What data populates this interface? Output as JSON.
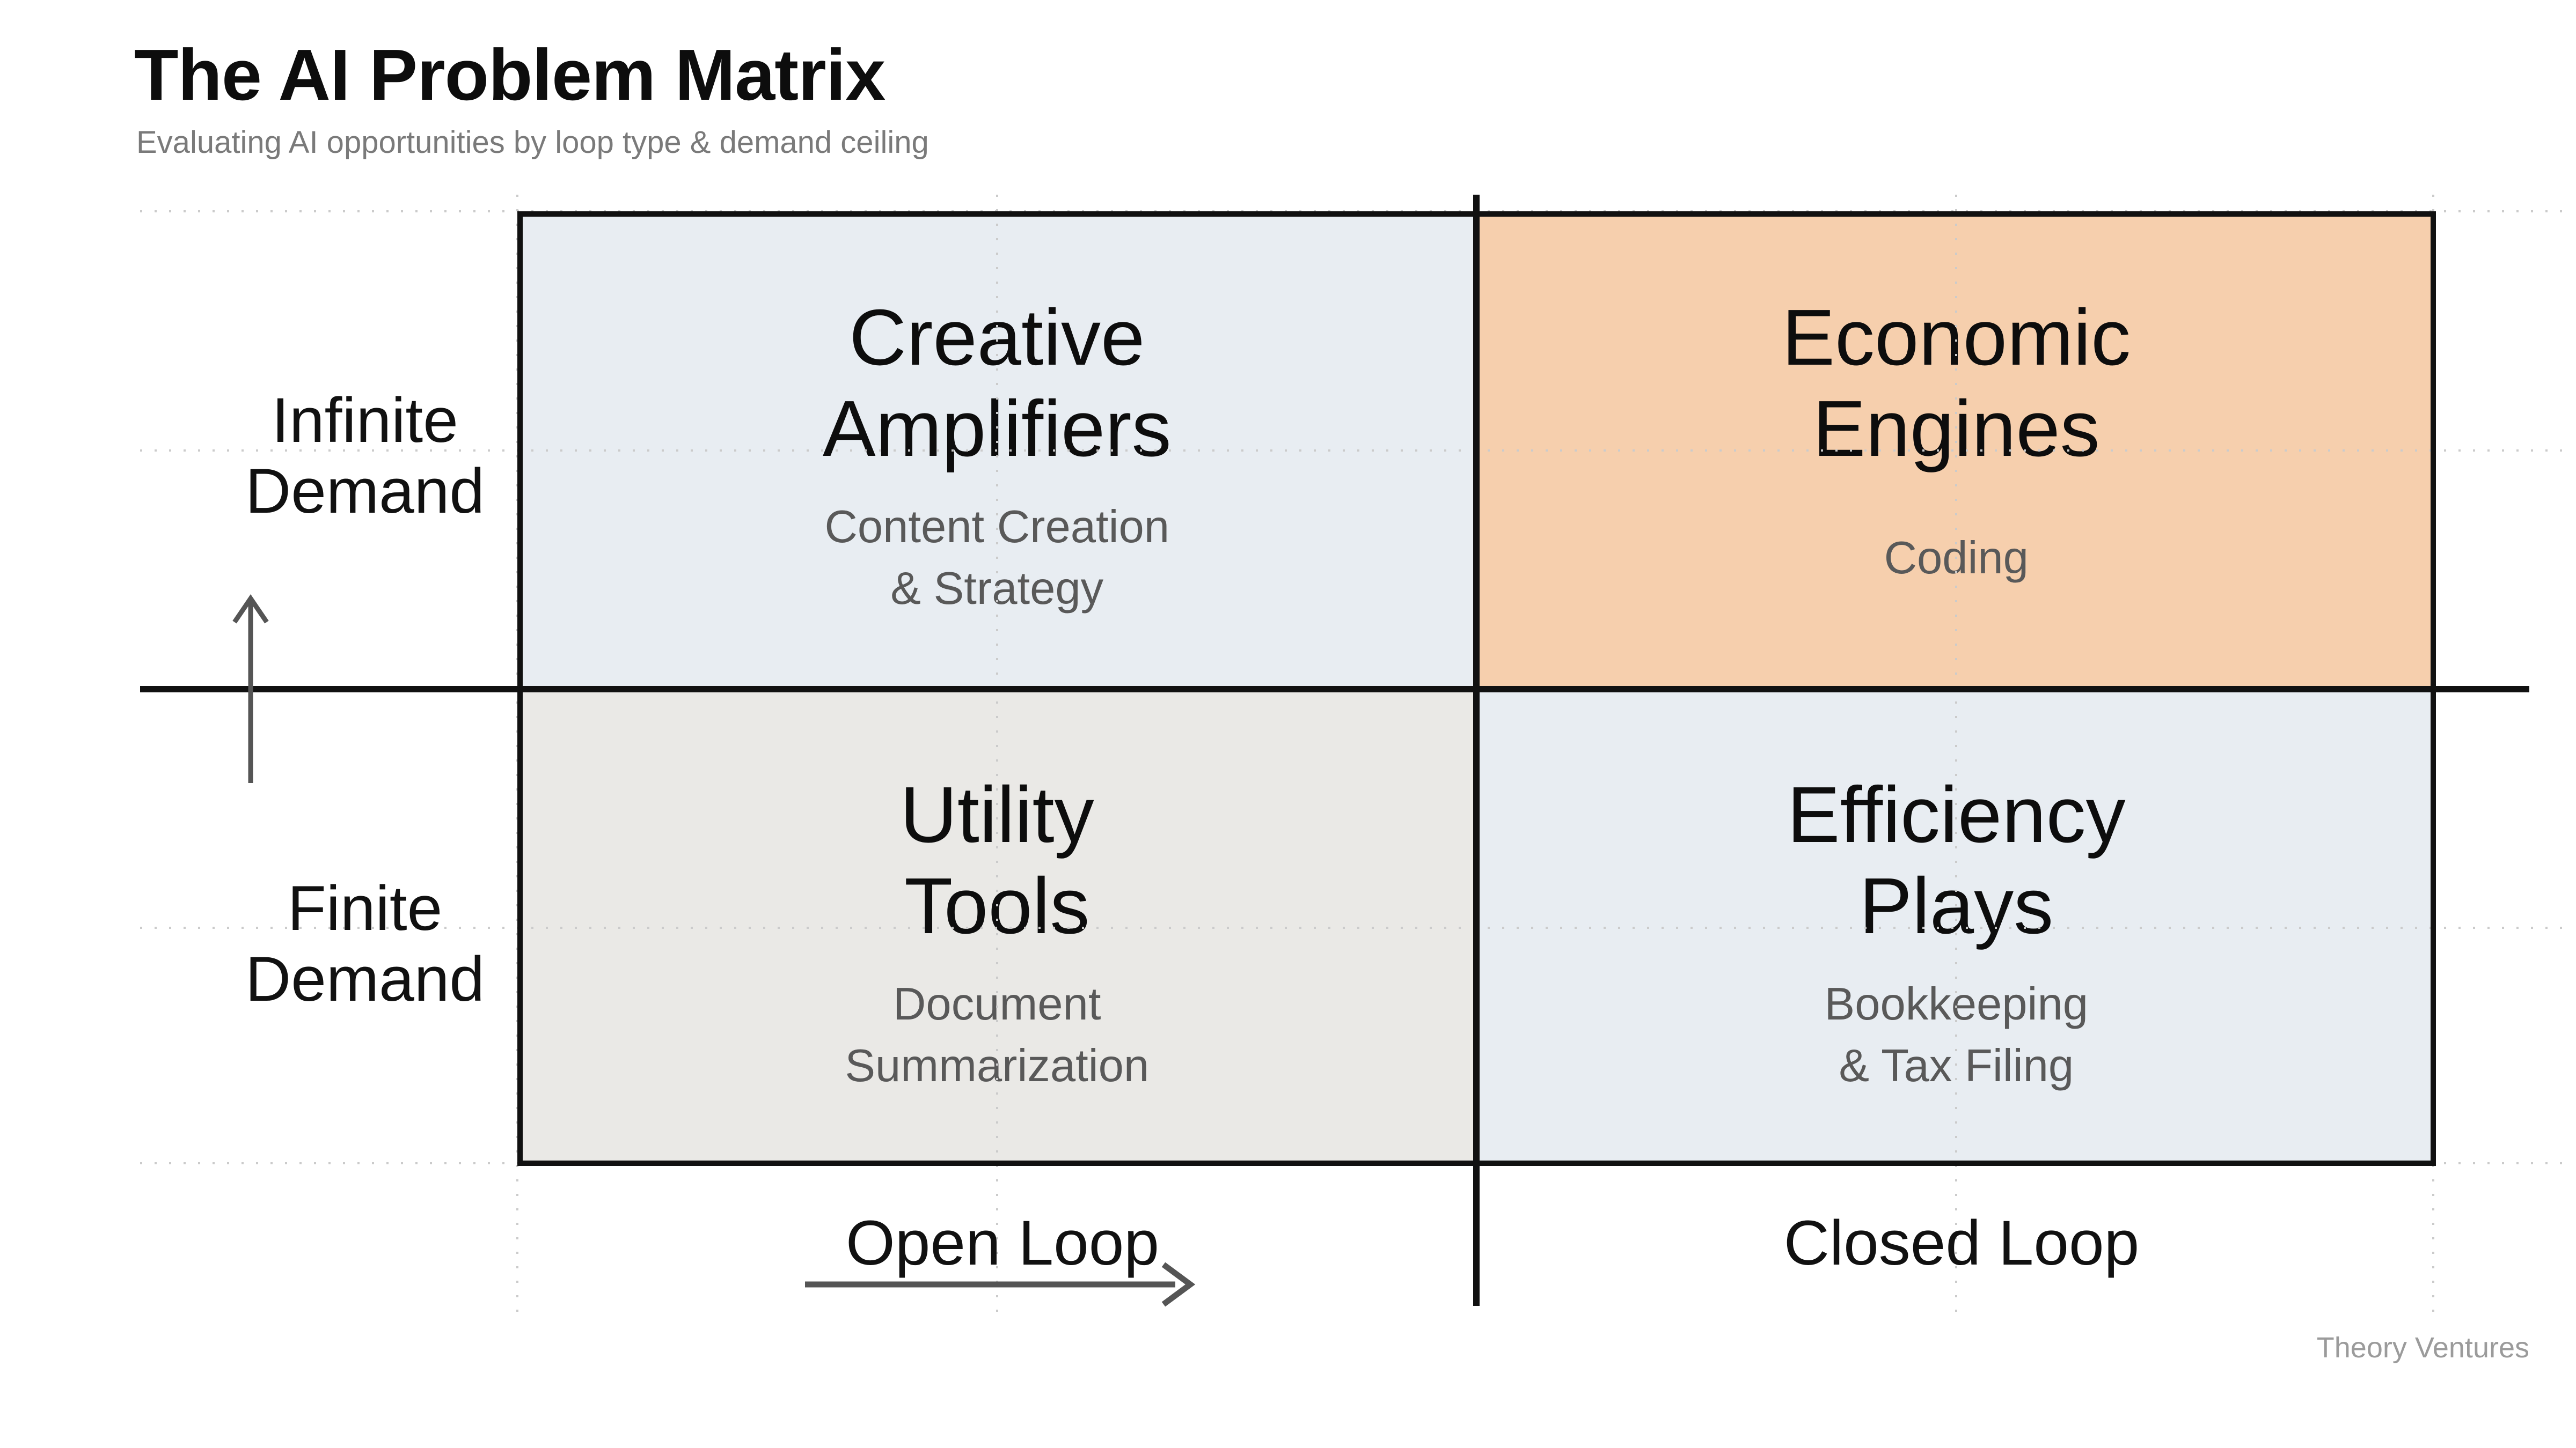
{
  "header": {
    "title": "The AI Problem Matrix",
    "subtitle": "Evaluating AI opportunities by loop type & demand ceiling"
  },
  "matrix": {
    "quadrants": [
      {
        "id": "top-left",
        "title_line1": "Creative",
        "title_line2": "Amplifiers",
        "subtitle_line1": "Content Creation",
        "subtitle_line2": "& Strategy",
        "bg_color": "#e8edf2"
      },
      {
        "id": "top-right",
        "title_line1": "Economic",
        "title_line2": "Engines",
        "subtitle_line1": "Coding",
        "subtitle_line2": "",
        "bg_color": "#f6cfad",
        "highlighted": true
      },
      {
        "id": "bottom-left",
        "title_line1": "Utility",
        "title_line2": "Tools",
        "subtitle_line1": "Document",
        "subtitle_line2": "Summarization",
        "bg_color": "#eae9e6"
      },
      {
        "id": "bottom-right",
        "title_line1": "Efficiency",
        "title_line2": "Plays",
        "subtitle_line1": "Bookkeeping",
        "subtitle_line2": "& Tax Filing",
        "bg_color": "#e8edf2"
      }
    ]
  },
  "axes": {
    "y_top_line1": "Infinite",
    "y_top_line2": "Demand",
    "y_bottom_line1": "Finite",
    "y_bottom_line2": "Demand",
    "x_left": "Open Loop",
    "x_right": "Closed Loop"
  },
  "icons": {
    "y_axis_arrow": "up-arrow",
    "x_axis_arrow": "right-arrow"
  },
  "footer": {
    "credit": "Theory Ventures"
  },
  "colors": {
    "background": "#ffffff",
    "axis_black": "#111111",
    "quadrant_blue_gray": "#e8edf2",
    "quadrant_peach": "#f6cfad",
    "quadrant_gray": "#eae9e6",
    "quadrant_subtext": "#595959",
    "subtitle_gray": "#7a7a7a",
    "credit_gray": "#9b9b9b",
    "arrow_gray": "#555555",
    "dotted_grid": "#cbcbcb"
  }
}
